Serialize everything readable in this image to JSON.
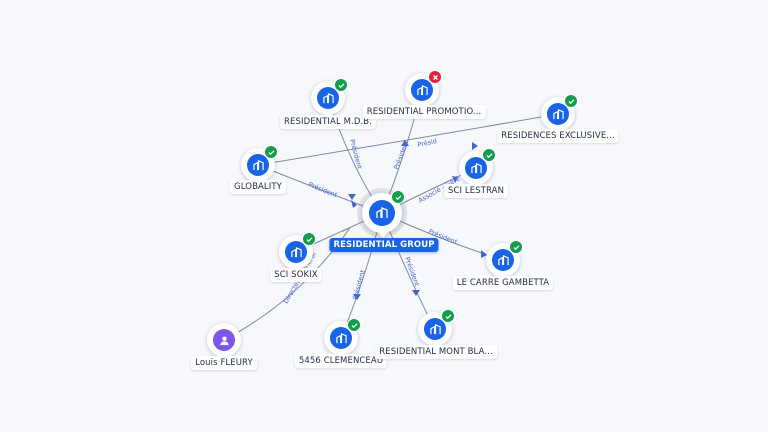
{
  "graph": {
    "center": {
      "label": "RESIDENTIAL GROUP",
      "icon": "building-icon",
      "status": "active"
    },
    "nodes": [
      {
        "id": "mdb",
        "label": "RESIDENTIAL M.D.B.",
        "icon": "building-icon",
        "status": "active"
      },
      {
        "id": "promo",
        "label": "RESIDENTIAL PROMOTIO...",
        "icon": "building-icon",
        "status": "closed"
      },
      {
        "id": "excl",
        "label": "RESIDENCES EXCLUSIVE...",
        "icon": "building-icon",
        "status": "active"
      },
      {
        "id": "glob",
        "label": "GLOBALITY",
        "icon": "building-icon",
        "status": "active"
      },
      {
        "id": "lestran",
        "label": "SCI LESTRAN",
        "icon": "building-icon",
        "status": "active"
      },
      {
        "id": "sokix",
        "label": "SCI SOKIX",
        "icon": "building-icon",
        "status": "active"
      },
      {
        "id": "gambetta",
        "label": "LE CARRE GAMBETTA",
        "icon": "building-icon",
        "status": "active"
      },
      {
        "id": "fleury",
        "label": "Louis FLEURY",
        "icon": "person-icon",
        "status": "person"
      },
      {
        "id": "clem",
        "label": "5456 CLEMENCEAU",
        "icon": "building-icon",
        "status": "active"
      },
      {
        "id": "montbla",
        "label": "RESIDENTIAL MONT BLA...",
        "icon": "building-icon",
        "status": "active"
      }
    ],
    "edge_labels": {
      "mdb": "Président",
      "promo": "Président",
      "excl": "Présid",
      "glob": "Président",
      "lestran": "Associé - Géré",
      "sokix": "...",
      "fleury": "Directeur Général",
      "gambetta": "Président",
      "clem": "Président",
      "montbla": "Président"
    }
  },
  "colors": {
    "company": "#1863e6",
    "person": "#7b57e8",
    "active_badge": "#149c4f",
    "closed_badge": "#e0243c",
    "edge": "#7d8aa5"
  }
}
